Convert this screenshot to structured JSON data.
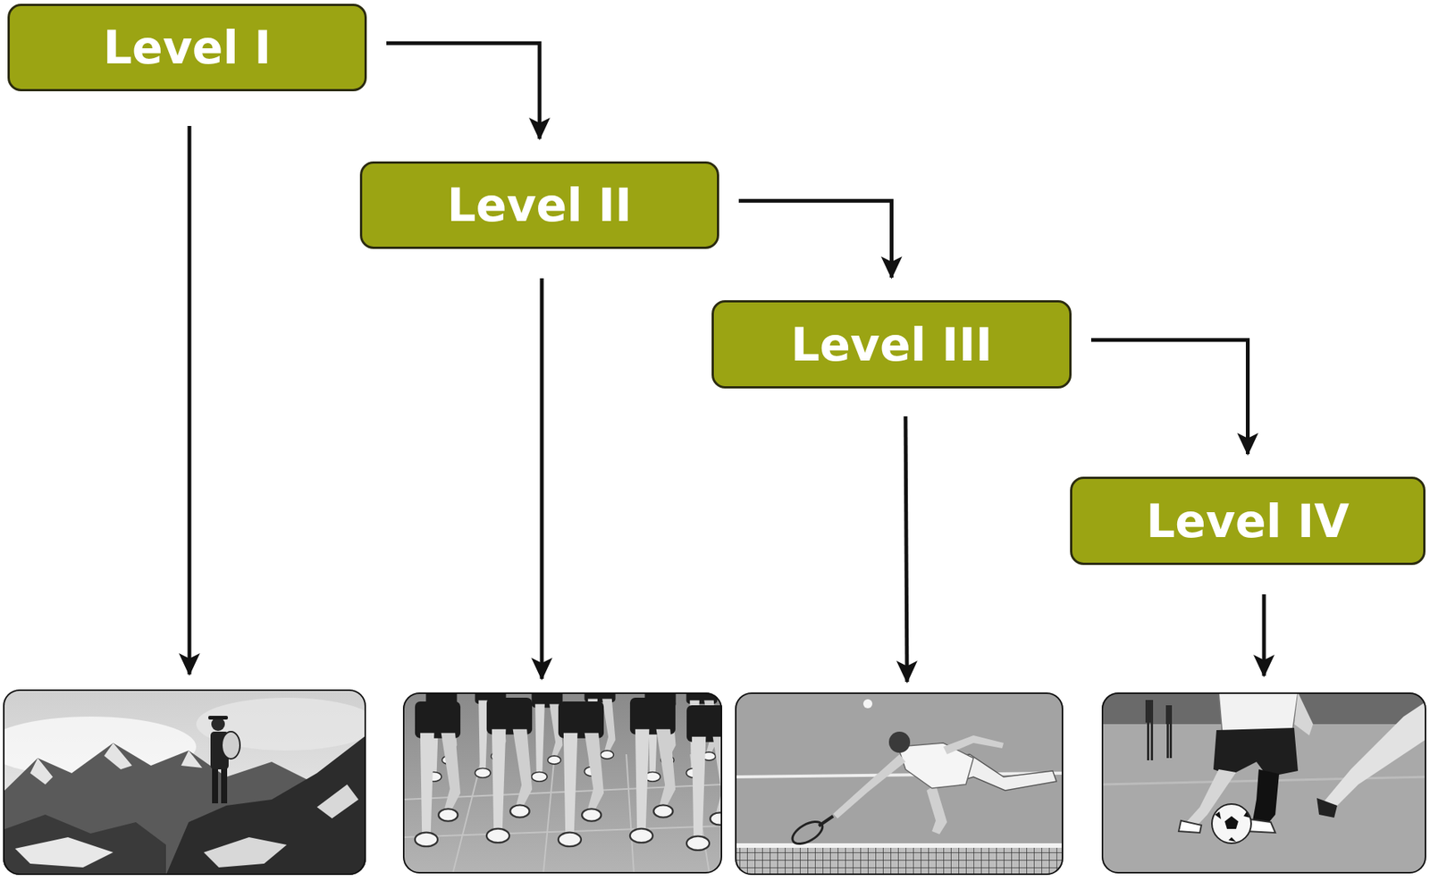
{
  "diagram": {
    "nodes": [
      {
        "text": [
          "Level I"
        ]
      },
      {
        "text": [
          "Level II"
        ]
      },
      {
        "text": [
          "Level III"
        ]
      },
      {
        "text": [
          "Level IV"
        ]
      }
    ],
    "edges": [
      {
        "from": 0,
        "to": 1,
        "arrow": "to"
      },
      {
        "from": 1,
        "to": 2,
        "arrow": "to"
      },
      {
        "from": 2,
        "to": 3,
        "arrow": "to"
      }
    ]
  }
}
